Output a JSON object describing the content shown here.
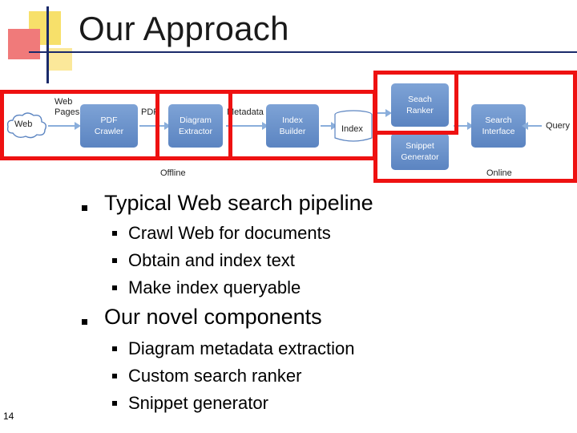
{
  "slide": {
    "title": "Our Approach",
    "page_number": "14"
  },
  "diagram": {
    "web_cloud": "Web",
    "web_pages_label": "Web\nPages",
    "pdf_crawler": "PDF\nCrawler",
    "pdf_label": "PDF",
    "diagram_extractor": "Diagram\nExtractor",
    "metadata_label": "Metadata",
    "index_builder": "Index\nBuilder",
    "index_db": "Index",
    "search_ranker": "Seach\nRanker",
    "snippet_generator": "Snippet\nGenerator",
    "search_interface": "Search\nInterface",
    "query_label": "Query",
    "offline_label": "Offline",
    "online_label": "Online"
  },
  "bullets": [
    {
      "text": "Typical Web search pipeline",
      "sub": [
        "Crawl Web for documents",
        "Obtain and index text",
        "Make index queryable"
      ]
    },
    {
      "text": "Our novel components",
      "sub": [
        "Diagram metadata extraction",
        "Custom search ranker",
        "Snippet generator"
      ]
    }
  ],
  "colors": {
    "highlight": "#ee1111",
    "box_blue": "#6a91cb",
    "deco_yellow": "#f7d038",
    "deco_red": "#f25b5b",
    "deco_line": "#1a2a6a"
  }
}
